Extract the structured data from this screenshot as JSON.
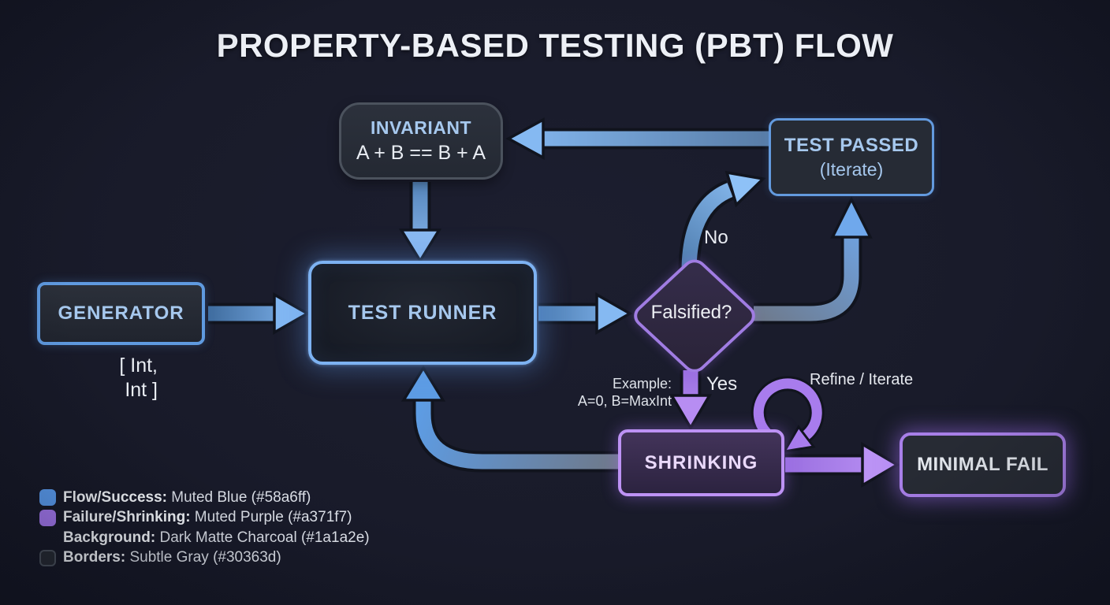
{
  "title": "PROPERTY-BASED TESTING (PBT) FLOW",
  "nodes": {
    "invariant": {
      "title": "INVARIANT",
      "formula": "A + B == B + A"
    },
    "test_passed": {
      "line1": "TEST PASSED",
      "line2": "(Iterate)"
    },
    "generator": {
      "label": "GENERATOR",
      "note_line1": "[ Int,",
      "note_line2": "Int ]"
    },
    "test_runner": {
      "label": "TEST RUNNER"
    },
    "falsified": {
      "label": "Falsified?"
    },
    "shrinking": {
      "label": "SHRINKING"
    },
    "minimal_fail": {
      "label": "MINIMAL FAIL"
    }
  },
  "edge_labels": {
    "no": "No",
    "yes": "Yes",
    "example_line1": "Example:",
    "example_line2": "A=0, B=MaxInt",
    "refine_iterate": "Refine / Iterate"
  },
  "legend": [
    {
      "label": "Flow/Success:",
      "value": " Muted Blue (#58a6ff)",
      "swatch": "blue"
    },
    {
      "label": "Failure/Shrinking:",
      "value": " Muted Purple (#a371f7)",
      "swatch": "purple"
    },
    {
      "label": "Background:",
      "value": " Dark Matte Charcoal (#1a1a2e)",
      "swatch": "none"
    },
    {
      "label": "Borders:",
      "value": " Subtle Gray (#30363d)",
      "swatch": "outline"
    }
  ],
  "colors": {
    "flow_success": "#58a6ff",
    "failure_shrinking": "#a371f7",
    "background": "#1a1a2e",
    "borders": "#30363d"
  }
}
